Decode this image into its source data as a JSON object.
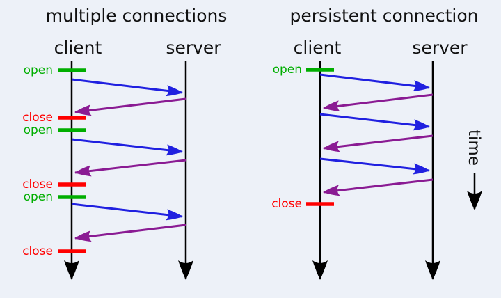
{
  "background": "#edf1f8",
  "colors": {
    "line": "#000000",
    "request": "#2020e0",
    "response": "#8a1b93",
    "open": "#00ae00",
    "close": "#ff0000"
  },
  "time_axis": {
    "label": "time"
  },
  "diagrams": [
    {
      "title": "multiple connections",
      "client_label": "client",
      "server_label": "server",
      "open_label": "open",
      "close_label": "close",
      "events": [
        "open",
        "request",
        "response",
        "close",
        "open",
        "request",
        "response",
        "close",
        "open",
        "request",
        "response",
        "close"
      ]
    },
    {
      "title": "persistent connection",
      "client_label": "client",
      "server_label": "server",
      "open_label": "open",
      "close_label": "close",
      "events": [
        "open",
        "request",
        "response",
        "request",
        "response",
        "request",
        "response",
        "close"
      ]
    }
  ]
}
